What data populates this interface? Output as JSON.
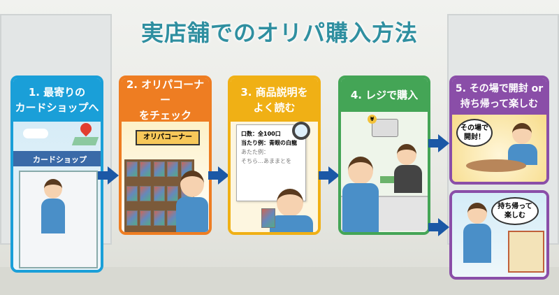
{
  "title": "実店舗でのオリパ購入方法",
  "steps": [
    {
      "label": "1. 最寄りの\nカードショップへ",
      "line1": "1. 最寄りの",
      "line2": "カードショップへ",
      "color": "#1a9fd8",
      "sign": "カードショップ"
    },
    {
      "line1": "2. オリパコーナー",
      "line2": "をチェック",
      "color": "#ee7d22",
      "sign": "オリパコーナー"
    },
    {
      "line1": "3. 商品説明を",
      "line2": "よく読む",
      "color": "#f0b015",
      "doc": [
        "口数：全100口",
        "当たり例：青眼の白龍",
        "あたた例：",
        "そちら…あままとを"
      ]
    },
    {
      "line1": "4. レジで購入",
      "color": "#44a556",
      "currency": "¥"
    },
    {
      "line1": "5. その場で開封 or",
      "line2": "持ち帰って楽しむ",
      "color": "#8a4ea8",
      "bubble_open": "その場で\n開封！",
      "bubble_home": "持ち帰って\n楽しむ"
    }
  ],
  "icons": [
    "map-pin-icon",
    "magnifier-icon",
    "cash-register-icon",
    "arrow-right-icon"
  ],
  "arrow_color": "#1b58a6"
}
